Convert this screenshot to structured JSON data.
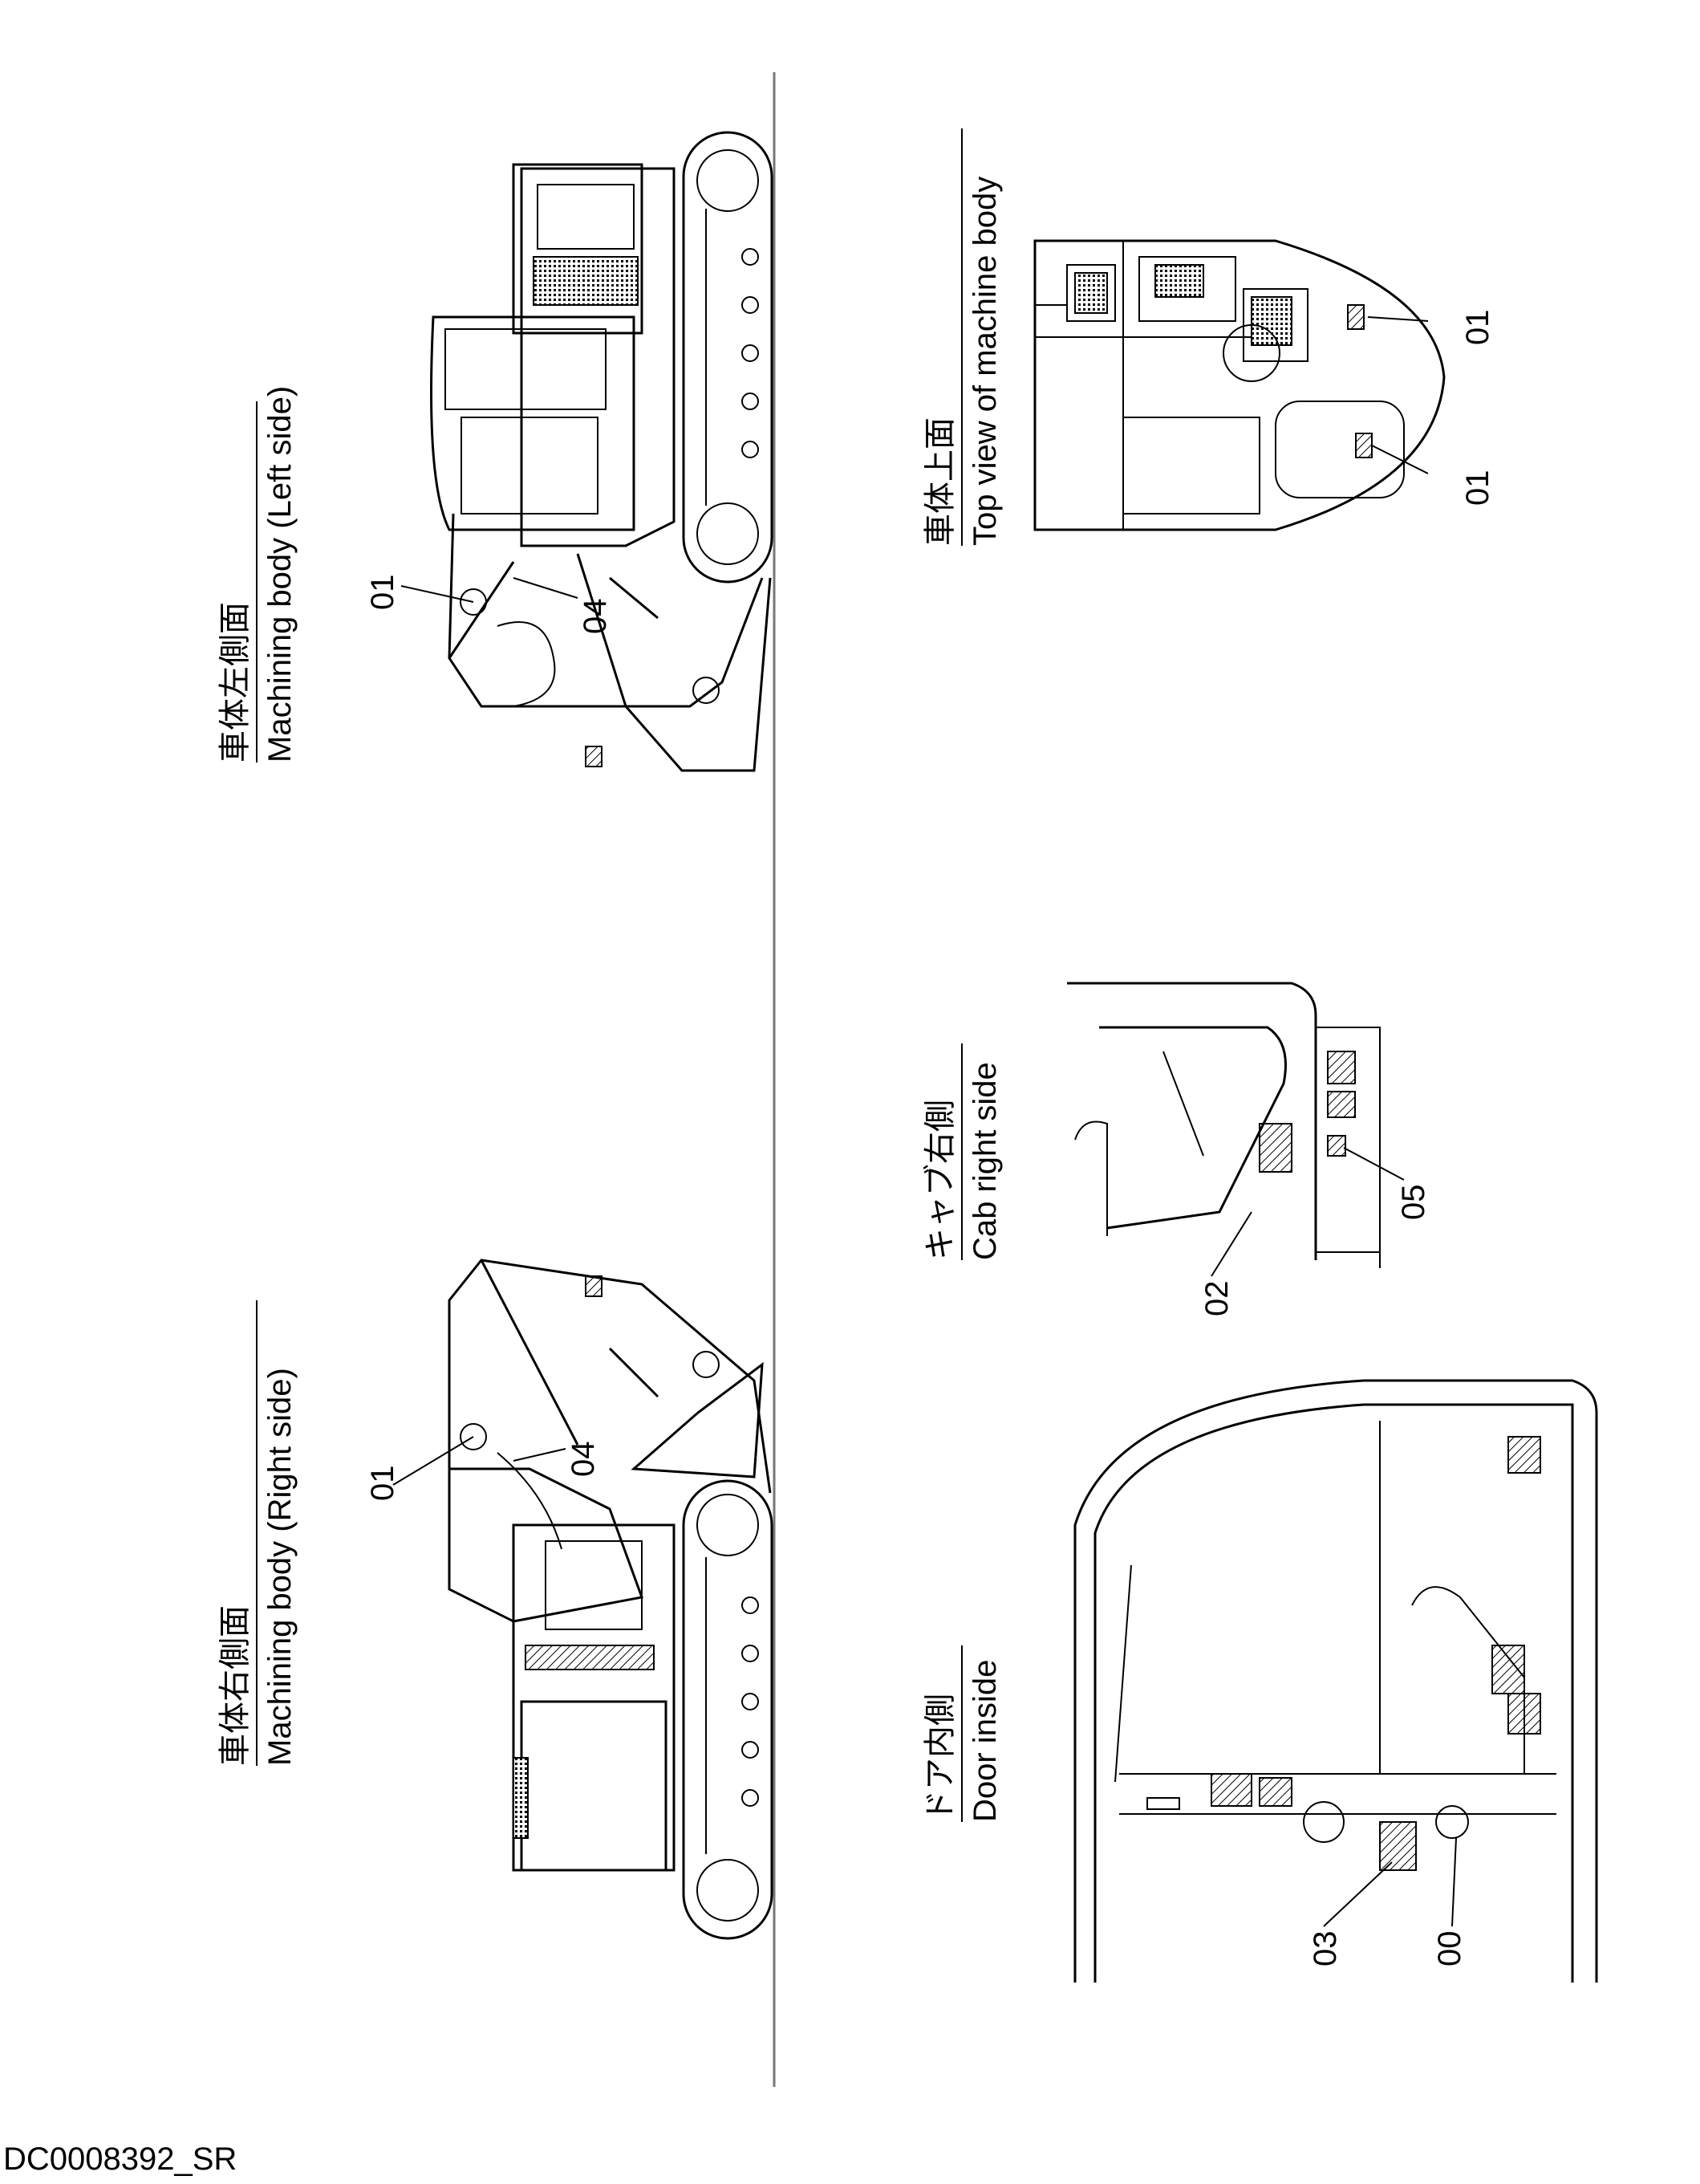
{
  "views": {
    "right_side": {
      "title_jp": "車体右側面",
      "title_en": "Machining body (Right side)",
      "callouts": [
        "01",
        "04"
      ]
    },
    "left_side": {
      "title_jp": "車体左側面",
      "title_en": "Machining body (Left side)",
      "callouts": [
        "01",
        "04"
      ]
    },
    "door_inside": {
      "title_jp": "ドア内側",
      "title_en": "Door inside",
      "callouts": [
        "03",
        "00"
      ]
    },
    "cab_right": {
      "title_jp": "キャブ右側",
      "title_en": "Cab right side",
      "callouts": [
        "02",
        "05"
      ]
    },
    "top_view": {
      "title_jp": "車体上面",
      "title_en": "Top view of machine body",
      "callouts": [
        "01",
        "01"
      ]
    }
  },
  "document_id": "DC0008392_SR"
}
